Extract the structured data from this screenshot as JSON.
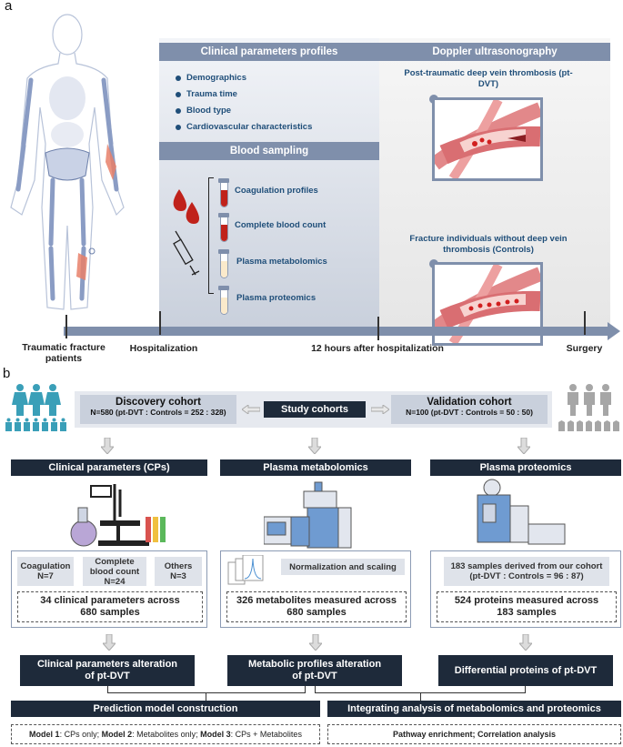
{
  "panel_a": {
    "label": "a",
    "clinical_parameters": {
      "title": "Clinical parameters profiles",
      "items": [
        "Demographics",
        "Trauma time",
        "Blood type",
        "Cardiovascular characteristics"
      ]
    },
    "blood_sampling": {
      "title": "Blood sampling",
      "samples": [
        {
          "label": "Coagulation profiles",
          "tube_color": "#c0221b"
        },
        {
          "label": "Complete blood count",
          "tube_color": "#c0221b"
        },
        {
          "label": "Plasma metabolomics",
          "tube_color": "#fbeacb"
        },
        {
          "label": "Plasma proteomics",
          "tube_color": "#fbeacb"
        }
      ]
    },
    "doppler": {
      "title": "Doppler ultrasonography",
      "case_label": "Post-traumatic deep vein thrombosis (pt-DVT)",
      "control_label": "Fracture individuals without deep vein thrombosis (Controls)"
    },
    "timeline": [
      "Traumatic fracture patients",
      "Hospitalization",
      "12 hours after hospitalization",
      "Surgery"
    ]
  },
  "panel_b": {
    "label": "b",
    "discovery": {
      "title": "Discovery cohort",
      "subtitle": "N=580 (pt-DVT : Controls = 252 : 328)"
    },
    "study_cohorts": "Study cohorts",
    "validation": {
      "title": "Validation cohort",
      "subtitle": "N=100 (pt-DVT : Controls = 50 : 50)"
    },
    "sections": [
      {
        "title": "Clinical parameters (CPs)",
        "cells": [
          {
            "line1": "Coagulation",
            "line2": "N=7"
          },
          {
            "line1": "Complete",
            "line2": "blood count",
            "line3": "N=24"
          },
          {
            "line1": "Others",
            "line2": "N=3"
          }
        ],
        "summary": [
          "34 clinical parameters across",
          "680 samples"
        ],
        "outcome": [
          "Clinical parameters alteration",
          "of pt-DVT"
        ]
      },
      {
        "title": "Plasma metabolomics",
        "step": "Normalization and scaling",
        "summary": [
          "326 metabolites measured across",
          "680 samples"
        ],
        "outcome": [
          "Metabolic profiles alteration",
          "of pt-DVT"
        ]
      },
      {
        "title": "Plasma proteomics",
        "step": [
          "183 samples derived from our cohort",
          "(pt-DVT : Controls = 96 : 87)"
        ],
        "summary": [
          "524 proteins measured across",
          "183 samples"
        ],
        "outcome": [
          "Differential proteins of pt-DVT"
        ]
      }
    ],
    "prediction": {
      "title": "Prediction model construction",
      "models": [
        {
          "name": "Model 1",
          "desc": ": CPs only; "
        },
        {
          "name": "Model 2",
          "desc": ": Metabolites only; "
        },
        {
          "name": "Model 3",
          "desc": ": CPs + Metabolites"
        }
      ]
    },
    "integration": {
      "title": "Integrating analysis of metabolomics and proteomics",
      "detail": "Pathway enrichment; Correlation analysis"
    }
  }
}
